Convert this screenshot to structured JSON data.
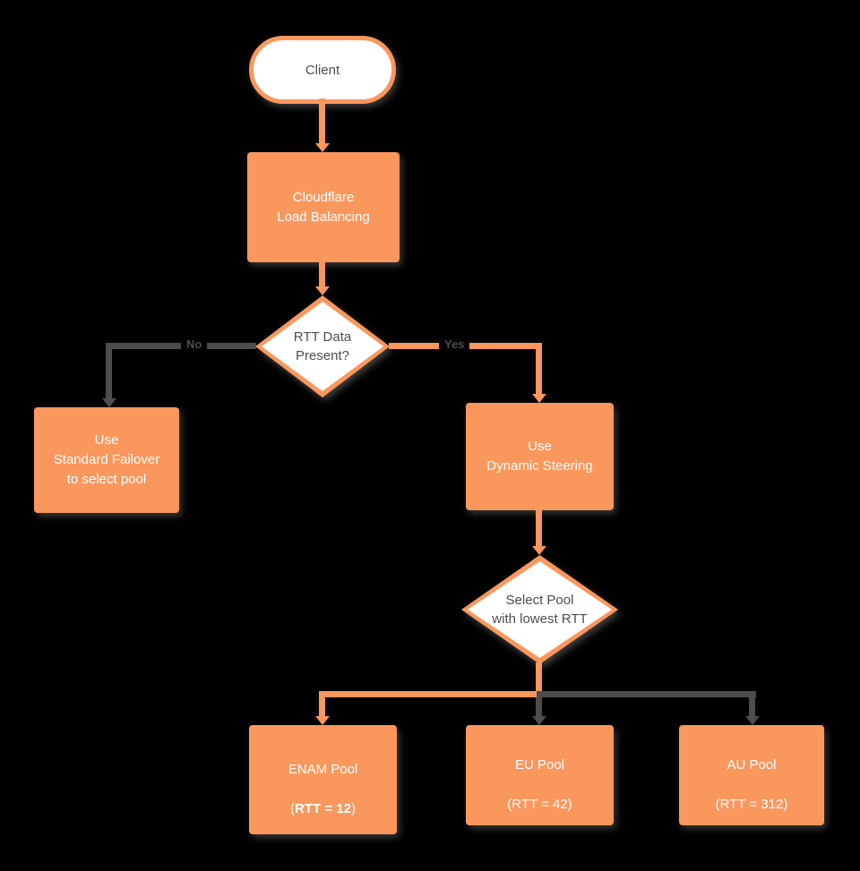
{
  "colors": {
    "orange": "#F9975D",
    "dark-line": "#4D4D4D",
    "node-text-dark": "#4D4D4D",
    "node-text-light": "#FFFFFF",
    "background": "#000000"
  },
  "nodes": {
    "client": {
      "label": "Client"
    },
    "load_balancing": {
      "label": "Cloudflare\nLoad Balancing"
    },
    "rtt_decision": {
      "label": "RTT Data\nPresent?"
    },
    "standard_failover": {
      "label": "Use\nStandard Failover\nto select pool"
    },
    "dynamic_steering": {
      "label": "Use\nDynamic Steering"
    },
    "select_pool": {
      "label": "Select Pool\nwith lowest RTT"
    },
    "enam_pool": {
      "name": "ENAM Pool",
      "rtt_open": "(",
      "rtt_bold": "RTT = 12",
      "rtt_close": ")"
    },
    "eu_pool": {
      "name": "EU Pool",
      "rtt": "(RTT = 42)"
    },
    "au_pool": {
      "name": "AU Pool",
      "rtt": "(RTT = 312)"
    }
  },
  "edge_labels": {
    "no": "No",
    "yes": "Yes"
  }
}
